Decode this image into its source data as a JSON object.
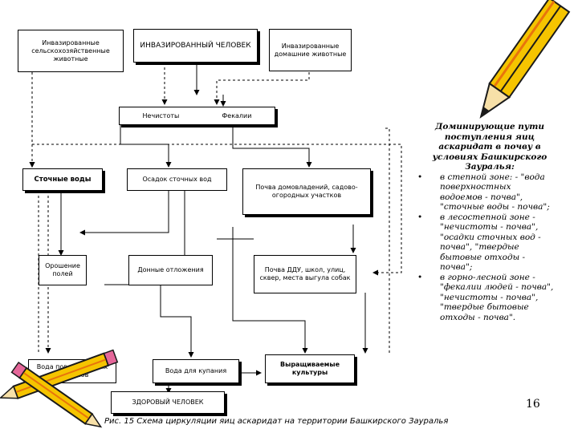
{
  "nodes": {
    "infested_farm_animals": "Инвазированные сельскохозяйственные животные",
    "infested_human": "ИНВАЗИРОВАННЫЙ ЧЕЛОВЕК",
    "infested_domestic_animals": "Инвазированные домашние животные",
    "sewage_impurities": "Нечистоты",
    "feces": "Фекалии",
    "waste_water": "Сточные воды",
    "sewage_sludge": "Осадок сточных вод",
    "garden_soil": "Почва домовладений, садово-огородных участков",
    "field_irrigation": "Орошение полей",
    "bottom_sediments": "Донные отложения",
    "public_soil": "Почва ДДУ, школ, улиц, сквер, места выгула собак",
    "water_bodies": "Вода поверхностных водоемов",
    "bathing_water": "Вода для купания",
    "grown_crops": "Выращиваемые культуры",
    "healthy_human": "ЗДОРОВЫЙ ЧЕЛОВЕК"
  },
  "sidebar": {
    "title": "Доминирующие пути поступления яиц аскаридат в почву в условиях Башкирского Зауралья:",
    "bullet_char": "•",
    "items": [
      "в степной зоне: - \"вода поверхностных водоемов - почва\", \"сточные воды - почва\";",
      "в лесостепной зоне - \"нечистоты - почва\", \"осадки сточных вод - почва\", \"твердые бытовые отходы - почва\";",
      "в горно-лесной зоне - \"фекалии людей - почва\", \"нечистоты - почва\", \"твердые бытовые отходы - почва\"."
    ]
  },
  "caption": "Рис. 15 Схема циркуляции яиц аскаридат на территории Башкирского Зауралья",
  "page_number": "16",
  "colors": {
    "pencil_yellow": "#f5c400",
    "pencil_orange": "#e8740c",
    "pencil_dark": "#1a1a1a",
    "tip_pink": "#e5679a"
  }
}
